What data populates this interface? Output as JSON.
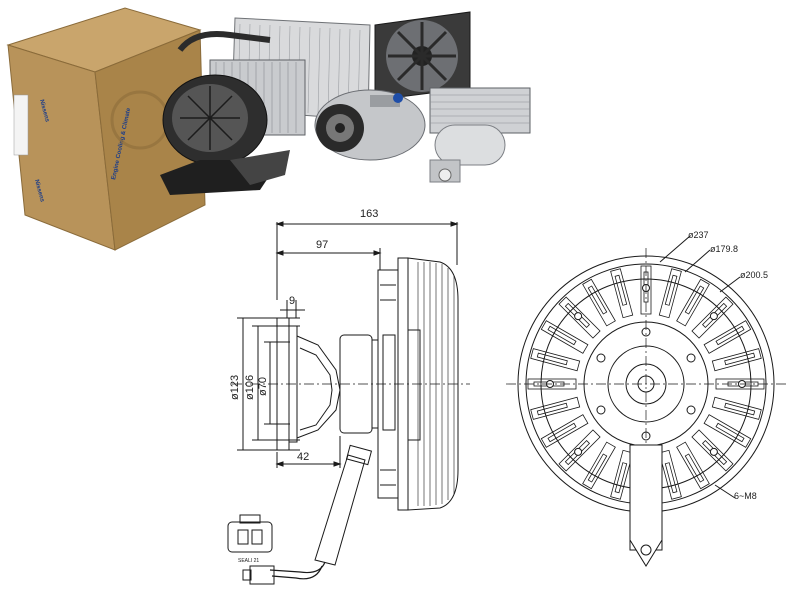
{
  "box": {
    "brand": "Nissens",
    "tagline": "Engine Cooling & Climate"
  },
  "dimensions": {
    "overall_length": "163",
    "length_97": "97",
    "offset_9": "9",
    "length_42": "42",
    "dia_123": "ø123",
    "dia_106": "ø106",
    "dia_70": "ø70",
    "dia_237": "ø237",
    "dia_179_8": "ø179.8",
    "dia_200_5": "ø200.5",
    "bolts": "6~M8"
  },
  "connector": {
    "label": "SEALI 21"
  },
  "colors": {
    "box": "#b8935a",
    "line": "#1a1a1a",
    "metal": "#8a8d91"
  }
}
